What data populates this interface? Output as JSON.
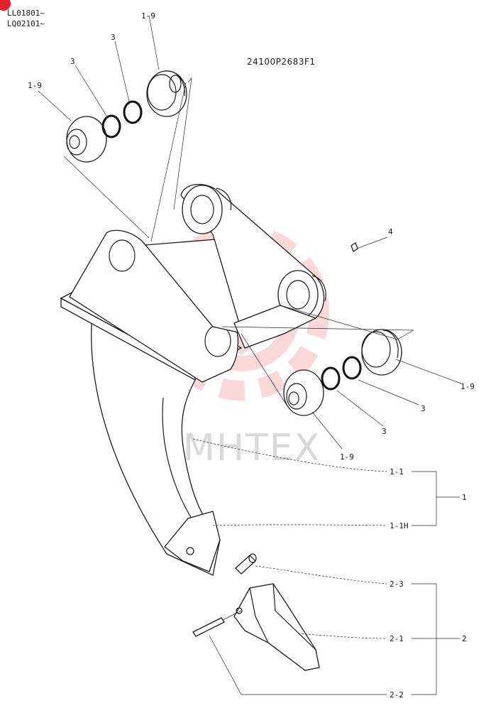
{
  "header": {
    "serial_1": "LL01801~",
    "serial_2": "LQ02101~",
    "drawing_code": "24100P2683F1"
  },
  "watermark": {
    "text": "MHTEX",
    "color": "#f6a9a9"
  },
  "callouts": {
    "c_1_9_top": "1-9",
    "c_3_a": "3",
    "c_3_b": "3",
    "c_1_9_left": "1-9",
    "c_4": "4",
    "c_1_9_right": "1-9",
    "c_3_c": "3",
    "c_3_d": "3",
    "c_1_9_bottom": "1-9",
    "c_1_1": "1-1",
    "c_1_1h": "1-1H",
    "c_1": "1",
    "c_2_3": "2-3",
    "c_2_1": "2-1",
    "c_2_2": "2-2",
    "c_2": "2"
  },
  "badge": {
    "color": "#e0202a"
  }
}
